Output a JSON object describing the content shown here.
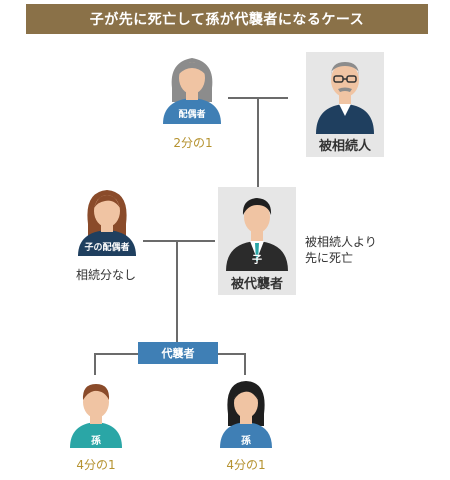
{
  "title": "子が先に死亡して孫が代襲者になるケース",
  "spouse": {
    "tag": "配偶者",
    "share": "2分の1"
  },
  "decedent": {
    "label": "被相続人"
  },
  "child": {
    "tag": "子",
    "label": "被代襲者",
    "note_line1": "被相続人より",
    "note_line2": "先に死亡"
  },
  "child_spouse": {
    "tag": "子の配偶者",
    "note": "相続分なし"
  },
  "substitution": {
    "label": "代襲者"
  },
  "grandchild_left": {
    "tag": "孫",
    "share": "4分の1"
  },
  "grandchild_right": {
    "tag": "孫",
    "share": "4分の1"
  },
  "colors": {
    "banner": "#8a7148",
    "share": "#b5922f",
    "tag_blue": "#3f7fb5",
    "suit_navy": "#1f3f5f",
    "teal": "#2aa6a6",
    "box_gray": "#e6e6e6"
  }
}
